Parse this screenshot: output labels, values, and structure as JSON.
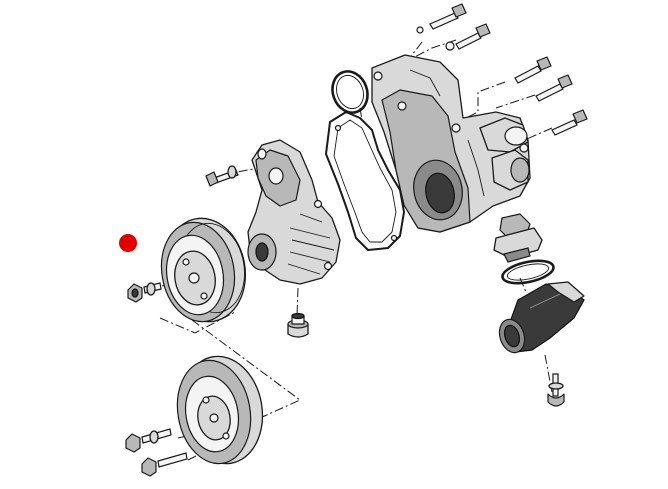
{
  "marker_color": "#e00000",
  "icons": {
    "marker": "red-dot",
    "parts": [
      "bolt",
      "water-pump",
      "pump-housing",
      "gasket",
      "o-ring",
      "pulley",
      "thermostat",
      "coolant-elbow",
      "plug"
    ]
  }
}
